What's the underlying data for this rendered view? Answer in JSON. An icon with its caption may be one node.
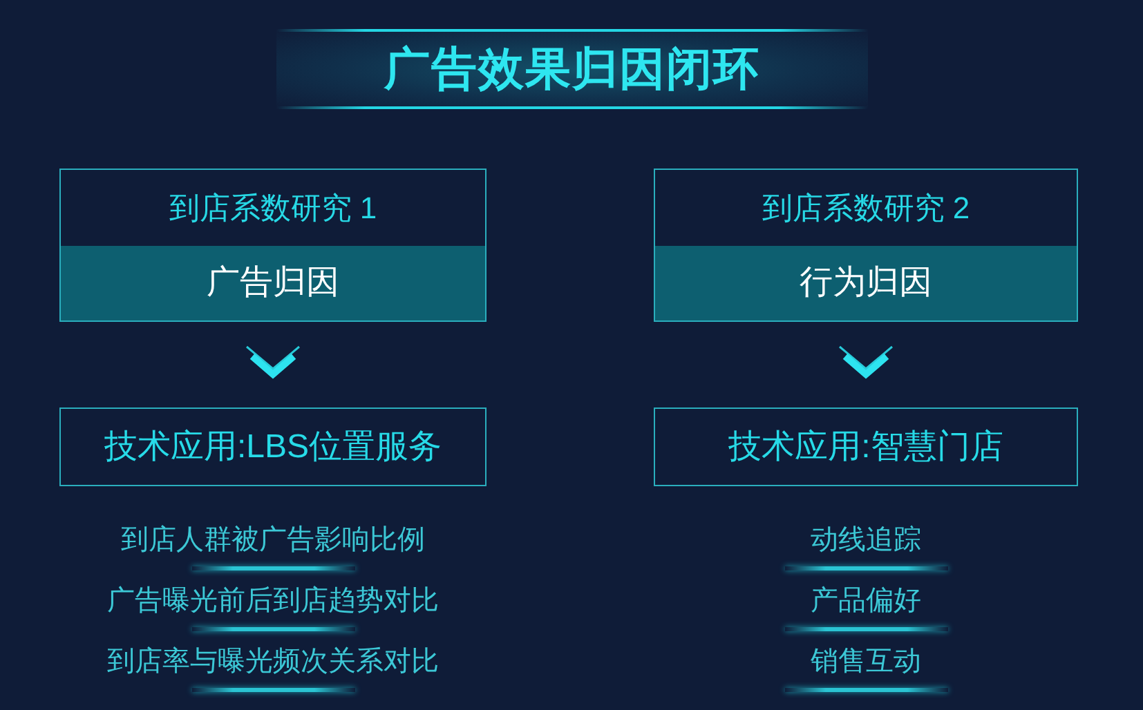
{
  "diagram": {
    "title": "广告效果归因闭环",
    "nodes": [
      {
        "text": [
          "到店系数研究 1",
          "广告归因"
        ]
      },
      {
        "text": [
          "技术应用:LBS位置服务"
        ]
      },
      {
        "text": [
          "到店系数研究 2",
          "行为归因"
        ]
      },
      {
        "text": [
          "技术应用:智慧门店"
        ]
      }
    ],
    "edges": [
      {
        "from": 0,
        "to": 1,
        "arrow": "to"
      },
      {
        "from": 2,
        "to": 3,
        "arrow": "to"
      }
    ],
    "labels": [
      "到店人群被广告影响比例",
      "广告曝光前后到店趋势对比",
      "到店率与曝光频次关系对比",
      "动线追踪",
      "产品偏好",
      "销售互动"
    ]
  }
}
